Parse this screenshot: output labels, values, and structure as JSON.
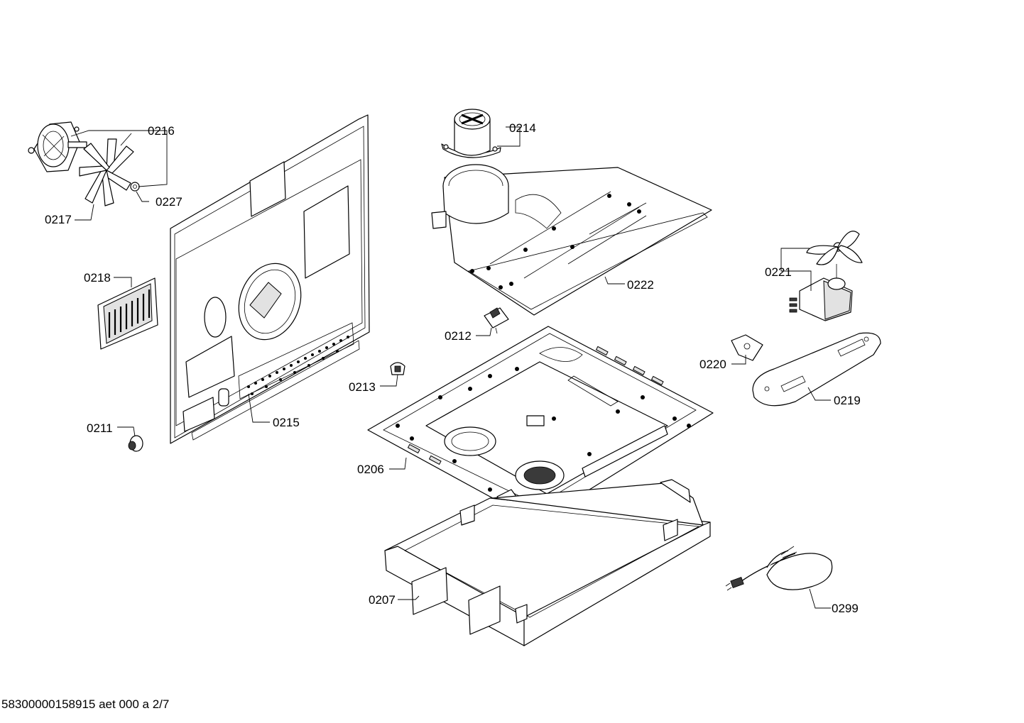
{
  "diagram": {
    "labels": {
      "p0206": "0206",
      "p0207": "0207",
      "p0211": "0211",
      "p0212": "0212",
      "p0213": "0213",
      "p0214": "0214",
      "p0215": "0215",
      "p0216": "0216",
      "p0217": "0217",
      "p0218": "0218",
      "p0219": "0219",
      "p0220": "0220",
      "p0221": "0221",
      "p0222": "0222",
      "p0227": "0227",
      "p0299": "0299"
    },
    "footer": "58300000158915 aet 000 a 2/7"
  }
}
